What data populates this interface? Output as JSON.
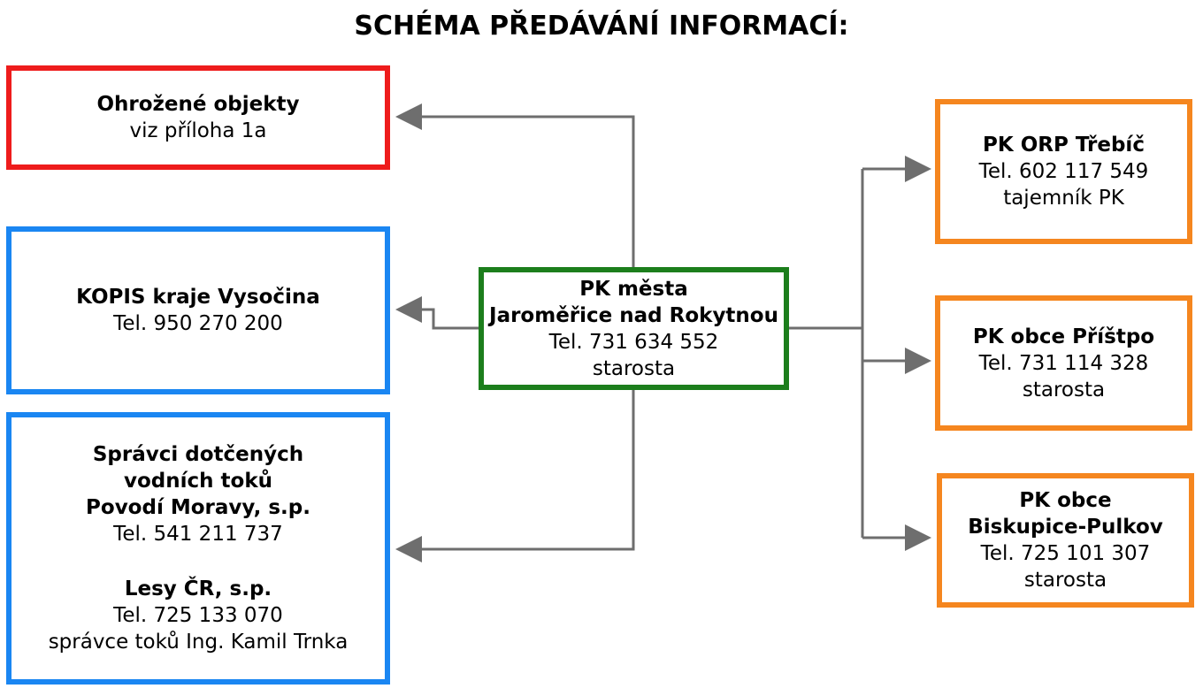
{
  "title": "SCHÉMA PŘEDÁVÁNÍ INFORMACÍ:",
  "colors": {
    "red": "#ee1c1c",
    "blue": "#1a86f2",
    "green": "#1c7e1c",
    "orange": "#f5861f",
    "connector": "#6e6e6e"
  },
  "center": {
    "line1": "PK města",
    "line2": "Jaroměřice nad Rokytnou",
    "line3": "Tel. 731 634 552",
    "line4": "starosta"
  },
  "left_top": {
    "line1": "Ohrožené objekty",
    "line2": "viz příloha 1a"
  },
  "left_mid": {
    "line1": "KOPIS kraje Vysočina",
    "line2": "Tel. 950 270 200"
  },
  "left_bottom": {
    "line1": "Správci dotčených",
    "line2": "vodních toků",
    "line3": "Povodí Moravy, s.p.",
    "line4": "Tel. 541 211 737",
    "line5": "Lesy ČR, s.p.",
    "line6": "Tel. 725 133 070",
    "line7": "správce toků Ing. Kamil Trnka"
  },
  "right_top": {
    "line1": "PK ORP Třebíč",
    "line2": "Tel.  602 117 549",
    "line3": "tajemník PK"
  },
  "right_mid": {
    "line1": "PK obce Příštpo",
    "line2": "Tel. 731 114 328",
    "line3": "starosta"
  },
  "right_bottom": {
    "line1": "PK obce",
    "line2": "Biskupice-Pulkov",
    "line3": "Tel. 725 101 307",
    "line4": "starosta"
  }
}
